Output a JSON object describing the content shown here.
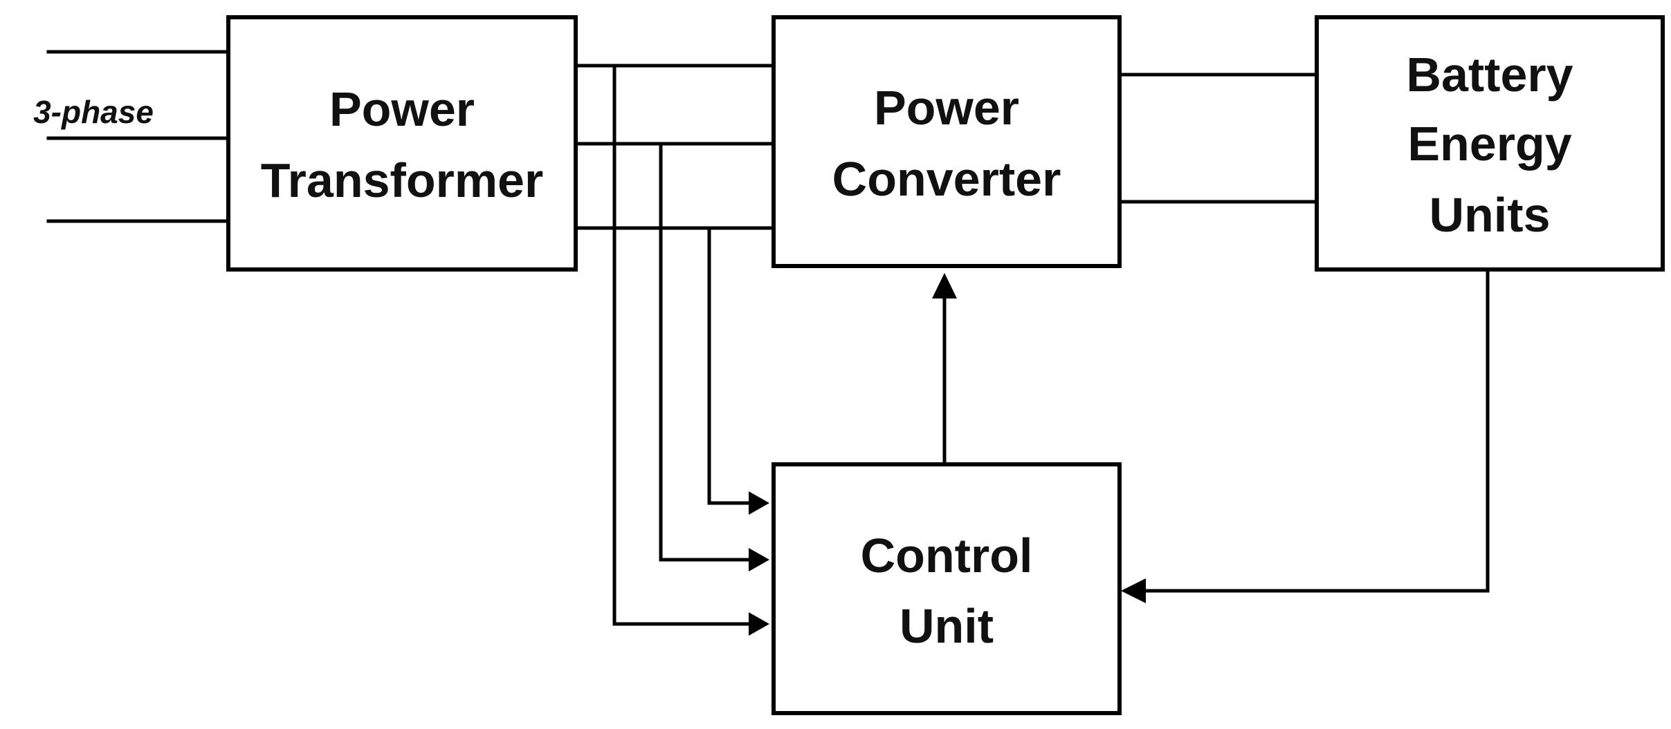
{
  "input_label": "3-phase",
  "blocks": {
    "power_transformer": [
      "Power",
      "Transformer"
    ],
    "power_converter": [
      "Power",
      "Converter"
    ],
    "battery_energy_units": [
      "Battery",
      "Energy",
      "Units"
    ],
    "control_unit": [
      "Control",
      "Unit"
    ]
  }
}
